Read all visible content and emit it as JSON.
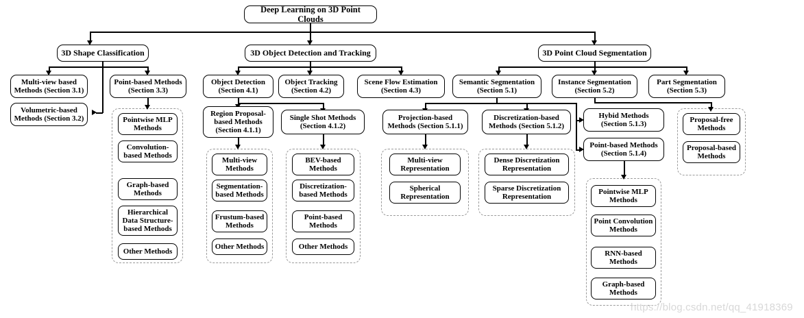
{
  "diagram": {
    "title": "Deep Learning on 3D Point Clouds",
    "watermark": "https://blog.csdn.net/qq_41918369",
    "colors": {
      "node_border": "#000000",
      "group_border": "#9a9a9a",
      "connector": "#000000",
      "background": "#ffffff",
      "watermark": "#d8d8d8"
    }
  },
  "root": {
    "label": "Deep Learning on 3D Point Clouds"
  },
  "level2": [
    {
      "label": "3D Shape Classification"
    },
    {
      "label": "3D Object Detection and Tracking"
    },
    {
      "label": "3D Point Cloud Segmentation"
    }
  ],
  "level3": [
    {
      "label": "Multi-view based\nMethods (Section 3.1)"
    },
    {
      "label": "Volumetric-based\nMethods (Section 3.2)"
    },
    {
      "label": "Point-based Methods\n(Section 3.3)"
    },
    {
      "label": "Object Detection\n(Section 4.1)"
    },
    {
      "label": "Object Tracking\n(Section 4.2)"
    },
    {
      "label": "Scene Flow Estimation\n(Section 4.3)"
    },
    {
      "label": "Semantic Segmentation\n(Section 5.1)"
    },
    {
      "label": "Instance Segmentation\n(Section 5.2)"
    },
    {
      "label": "Part Segmentation\n(Section 5.3)"
    }
  ],
  "level4": [
    {
      "label": "Region Proposal-\nbased Methods\n(Section 4.1.1)"
    },
    {
      "label": "Single Shot Methods\n(Section 4.1.2)"
    },
    {
      "label": "Projection-based\nMethods (Section 5.1.1)"
    },
    {
      "label": "Discretization-based\nMethods (Section 5.1.2)"
    },
    {
      "label": "Hybid Methods\n(Section 5.1.3)"
    },
    {
      "label": "Point-based Methods\n(Section 5.1.4)"
    }
  ],
  "groups": {
    "point_based_classification": [
      {
        "label": "Pointwise MLP\nMethods"
      },
      {
        "label": "Convolution-\nbased Methods"
      },
      {
        "label": "Graph-based\nMethods"
      },
      {
        "label": "Hierarchical\nData Structure-\nbased Methods"
      },
      {
        "label": "Other Methods"
      }
    ],
    "region_proposal": [
      {
        "label": "Multi-view\nMethods"
      },
      {
        "label": "Segmentation-\nbased Methods"
      },
      {
        "label": "Frustum-based\nMethods"
      },
      {
        "label": "Other Methods"
      }
    ],
    "single_shot": [
      {
        "label": "BEV-based\nMethods"
      },
      {
        "label": "Discretization-\nbased Methods"
      },
      {
        "label": "Point-based\nMethods"
      },
      {
        "label": "Other Methods"
      }
    ],
    "projection_based": [
      {
        "label": "Multi-view\nRepresentation"
      },
      {
        "label": "Spherical\nRepresentation"
      }
    ],
    "discretization_based": [
      {
        "label": "Dense Discretization\nRepresentation"
      },
      {
        "label": "Sparse Discretization\nRepresentation"
      }
    ],
    "point_based_semantic": [
      {
        "label": "Pointwise MLP\nMethods"
      },
      {
        "label": "Point Convolution\nMethods"
      },
      {
        "label": "RNN-based\nMethods"
      },
      {
        "label": "Graph-based\nMethods"
      }
    ],
    "instance_segmentation": [
      {
        "label": "Proposal-free\nMethods"
      },
      {
        "label": "Proposal-based\nMethods"
      }
    ]
  }
}
